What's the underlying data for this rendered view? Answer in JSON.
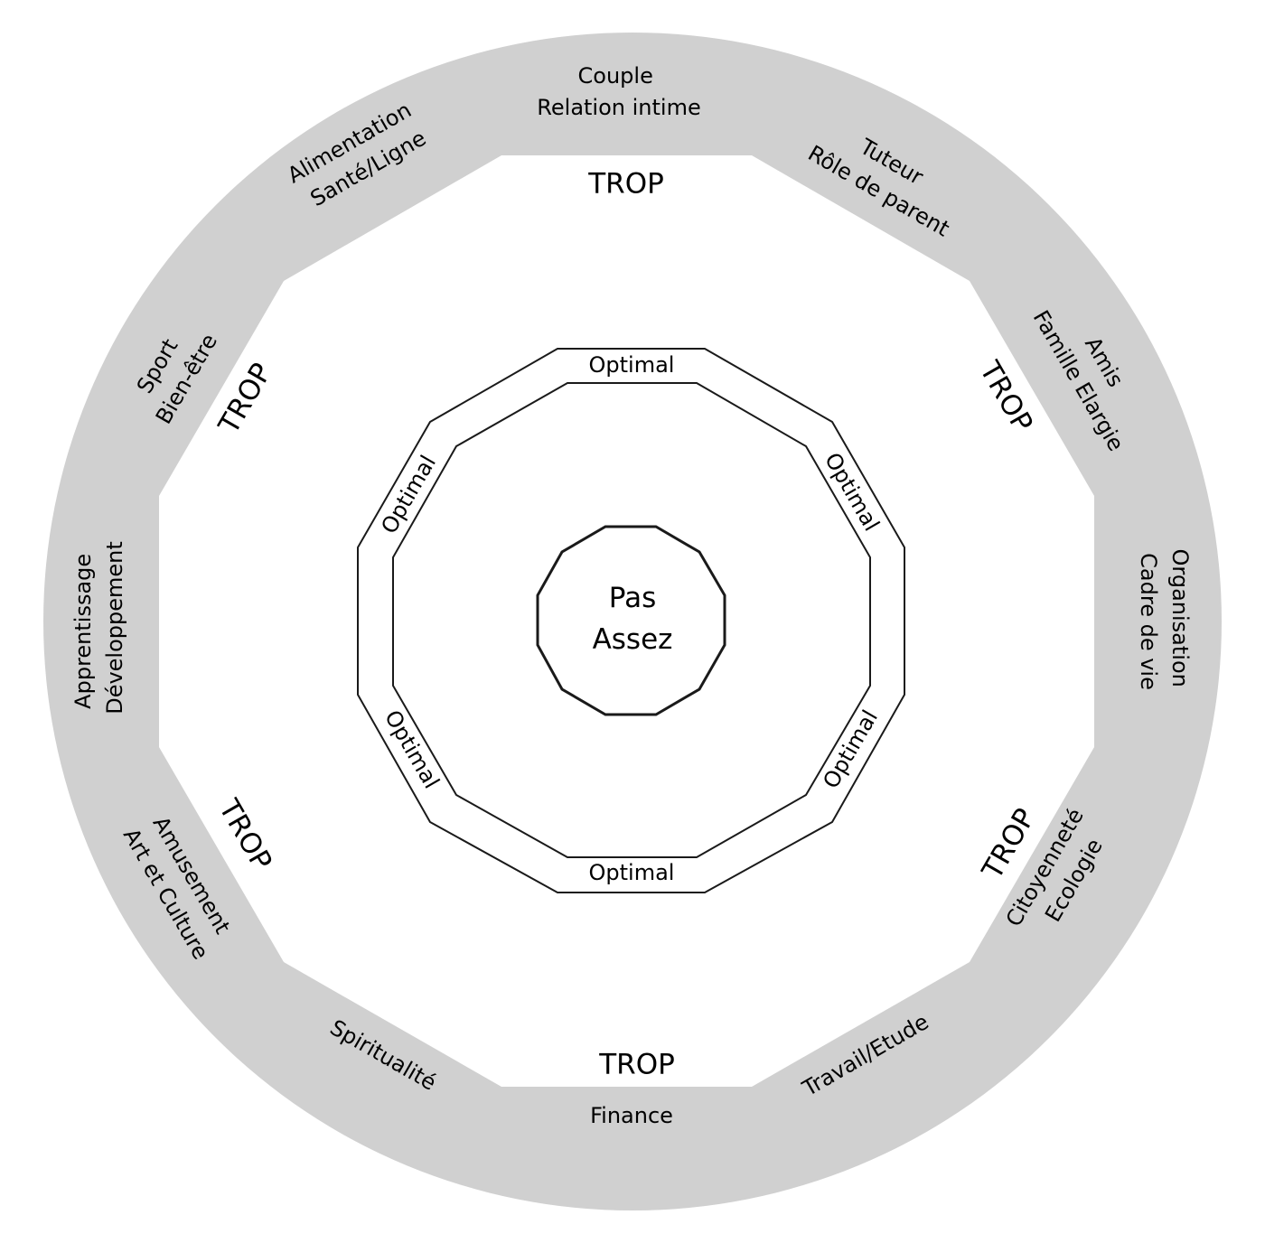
{
  "colors": {
    "ring": "#d0d0d0",
    "stroke": "#1a1a1a",
    "background": "#ffffff"
  },
  "life_areas": [
    {
      "lines": [
        "Couple",
        "Relation intime"
      ]
    },
    {
      "lines": [
        "Tuteur",
        "Rôle de parent"
      ]
    },
    {
      "lines": [
        "Amis",
        "Famille Elargie"
      ]
    },
    {
      "lines": [
        "Organisation",
        "Cadre de vie"
      ]
    },
    {
      "lines": [
        "Citoyenneté",
        "Ecologie"
      ]
    },
    {
      "lines": [
        "Travail/Etude"
      ]
    },
    {
      "lines": [
        "Finance"
      ]
    },
    {
      "lines": [
        "Spiritualité"
      ]
    },
    {
      "lines": [
        "Amusement",
        "Art et Culture"
      ]
    },
    {
      "lines": [
        "Apprentissage",
        "Développement"
      ]
    },
    {
      "lines": [
        "Sport",
        "Bien-être"
      ]
    },
    {
      "lines": [
        "Alimentation",
        "Santé/Ligne"
      ]
    }
  ],
  "zones": {
    "too_much": "TROP",
    "optimal": "Optimal",
    "not_enough_line1": "Pas",
    "not_enough_line2": "Assez"
  }
}
